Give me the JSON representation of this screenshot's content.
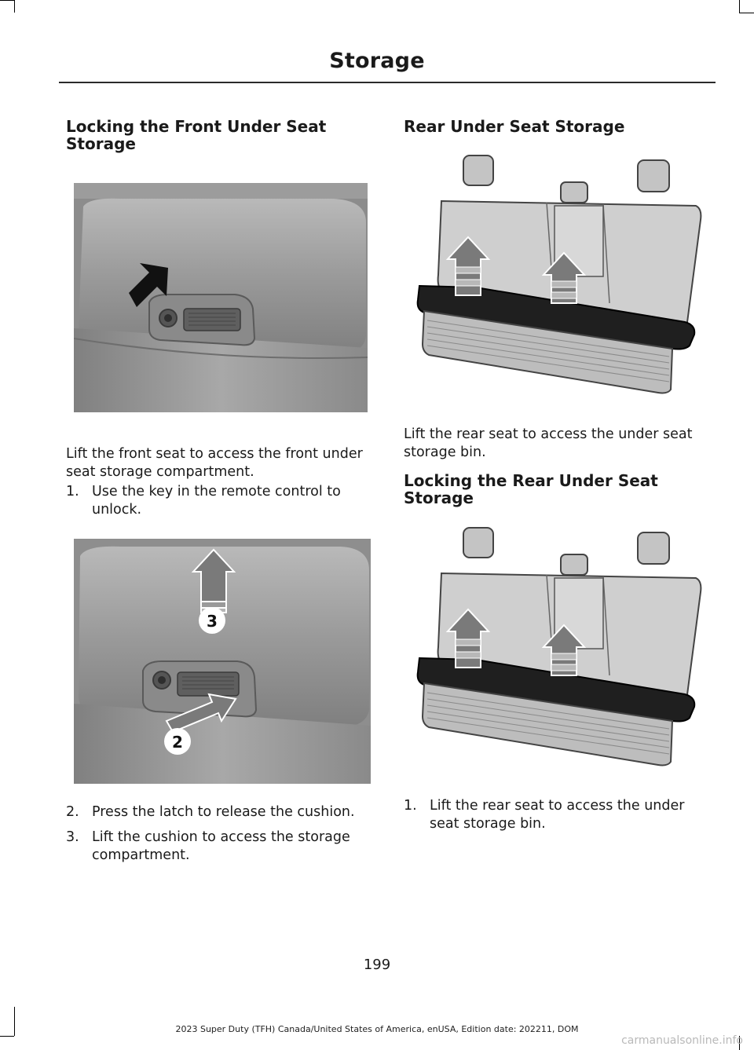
{
  "header": {
    "title": "Storage"
  },
  "left": {
    "heading1": "Locking the Front Under Seat Storage",
    "para1": "Lift the front seat to access the front under seat storage compartment.",
    "step1_num": "1.",
    "step1_text": "Use the key in the remote control to unlock.",
    "figure2_callouts": [
      "3",
      "2"
    ],
    "step2_num": "2.",
    "step2_text": "Press the latch to release the cushion.",
    "step3_num": "3.",
    "step3_text": "Lift the cushion to access the storage compartment."
  },
  "right": {
    "heading1": "Rear Under Seat Storage",
    "para1": "Lift the rear seat to access the under seat storage bin.",
    "heading2": "Locking the Rear Under Seat Storage",
    "step1_num": "1.",
    "step1_text": "Lift the rear seat to access the under seat storage bin."
  },
  "page_number": "199",
  "footer": "2023 Super Duty (TFH) Canada/United States of America, enUSA, Edition date: 202211, DOM",
  "watermark": "carmanualsonline.info"
}
